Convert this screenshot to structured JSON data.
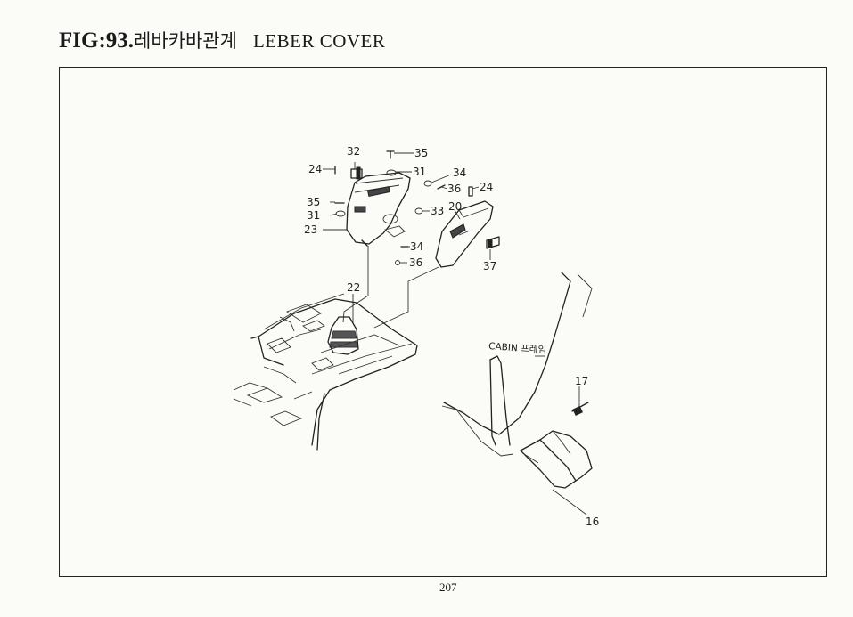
{
  "title": {
    "fig": "FIG:93.",
    "korean": "레바카바관계",
    "english": "LEBER COVER"
  },
  "callouts": {
    "c32": "32",
    "c35a": "35",
    "c24a": "24",
    "c31a": "31",
    "c34a": "34",
    "c36a": "36",
    "c24b": "24",
    "c35b": "35",
    "c31b": "31",
    "c33": "33",
    "c20": "20",
    "c23": "23",
    "c34b": "34",
    "c36b": "36",
    "c37": "37",
    "c22": "22",
    "c17": "17",
    "c16": "16"
  },
  "cabin_note": "CABIN 프레임",
  "page_number": "207"
}
